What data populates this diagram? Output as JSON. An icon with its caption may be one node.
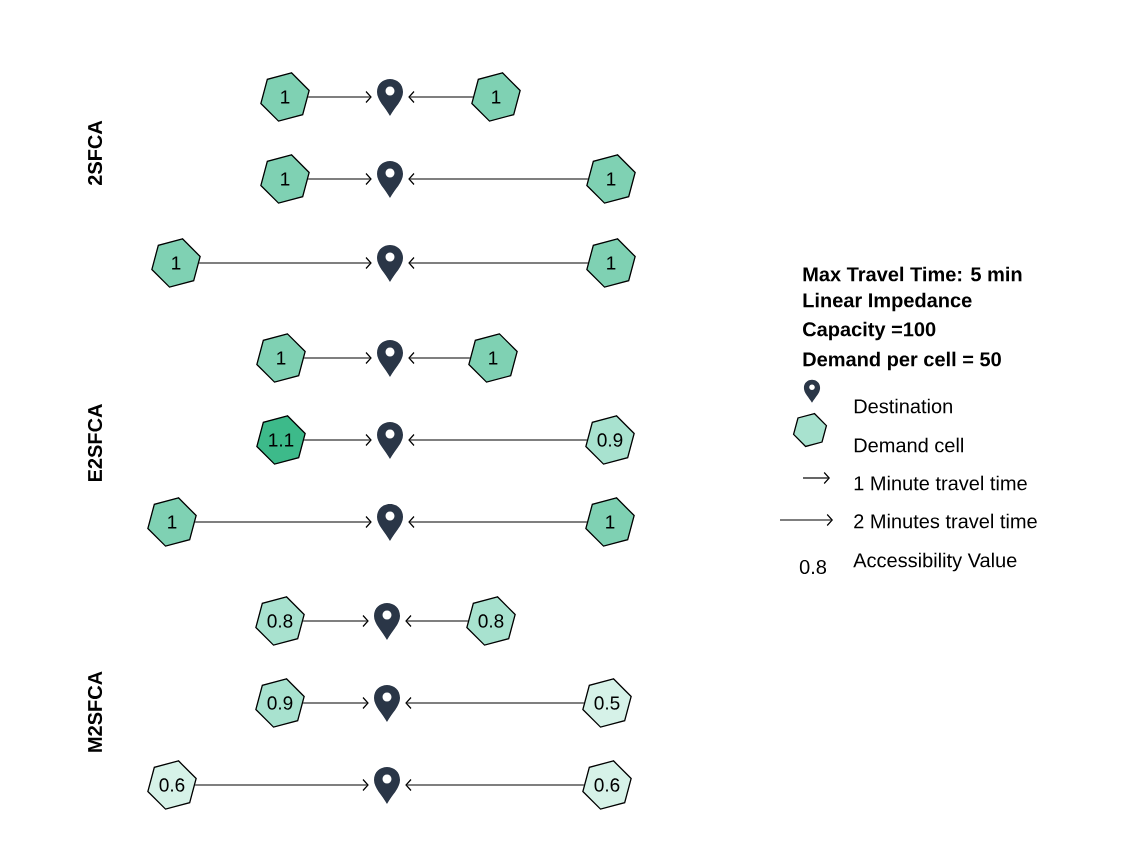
{
  "diagram": {
    "nodes": [
      {
        "text": [
          "1"
        ]
      },
      {
        "text": [],
        "shape": "pin"
      },
      {
        "text": [
          "1"
        ]
      },
      {
        "text": [
          "1"
        ]
      },
      {
        "text": [],
        "shape": "pin"
      },
      {
        "text": [
          "1"
        ]
      },
      {
        "text": [
          "1"
        ]
      },
      {
        "text": [],
        "shape": "pin"
      },
      {
        "text": [
          "1"
        ]
      },
      {
        "text": [
          "1"
        ]
      },
      {
        "text": [],
        "shape": "pin"
      },
      {
        "text": [
          "1"
        ]
      },
      {
        "text": [
          "1.1"
        ]
      },
      {
        "text": [],
        "shape": "pin"
      },
      {
        "text": [
          "0.9"
        ]
      },
      {
        "text": [
          "1"
        ]
      },
      {
        "text": [],
        "shape": "pin"
      },
      {
        "text": [
          "1"
        ]
      },
      {
        "text": [
          "0.8"
        ]
      },
      {
        "text": [],
        "shape": "pin"
      },
      {
        "text": [
          "0.8"
        ]
      },
      {
        "text": [
          "0.9"
        ]
      },
      {
        "text": [],
        "shape": "pin"
      },
      {
        "text": [
          "0.5"
        ]
      },
      {
        "text": [
          "0.6"
        ]
      },
      {
        "text": [],
        "shape": "pin"
      },
      {
        "text": [
          "0.6"
        ]
      }
    ],
    "edges": [
      {
        "from": 0,
        "to": 1,
        "arrow": "to"
      },
      {
        "from": 2,
        "to": 1,
        "arrow": "to"
      },
      {
        "from": 3,
        "to": 4,
        "arrow": "to"
      },
      {
        "from": 5,
        "to": 4,
        "arrow": "to"
      },
      {
        "from": 6,
        "to": 7,
        "arrow": "to"
      },
      {
        "from": 8,
        "to": 7,
        "arrow": "to"
      },
      {
        "from": 9,
        "to": 10,
        "arrow": "to"
      },
      {
        "from": 11,
        "to": 10,
        "arrow": "to"
      },
      {
        "from": 12,
        "to": 13,
        "arrow": "to"
      },
      {
        "from": 14,
        "to": 13,
        "arrow": "to"
      },
      {
        "from": 15,
        "to": 16,
        "arrow": "to"
      },
      {
        "from": 17,
        "to": 16,
        "arrow": "to"
      },
      {
        "from": 18,
        "to": 19,
        "arrow": "to"
      },
      {
        "from": 20,
        "to": 19,
        "arrow": "to"
      },
      {
        "from": 21,
        "to": 22,
        "arrow": "to"
      },
      {
        "from": 23,
        "to": 22,
        "arrow": "to"
      },
      {
        "from": 24,
        "to": 25,
        "arrow": "to"
      },
      {
        "from": 26,
        "to": 25,
        "arrow": "to"
      }
    ],
    "labels": [
      "2SFCA",
      "E2SFCA",
      "M2SFCA",
      "Max Travel Time:  5 min",
      "Linear Impedance",
      "Capacity =100",
      "Demand per cell = 50",
      "0.8"
    ],
    "legend": [
      {
        "text": "Destination"
      },
      {
        "text": "Demand cell"
      },
      {
        "text": "1 Minute travel time"
      },
      {
        "text": "2 Minutes travel time"
      },
      {
        "text": "Accessibility Value"
      }
    ]
  }
}
